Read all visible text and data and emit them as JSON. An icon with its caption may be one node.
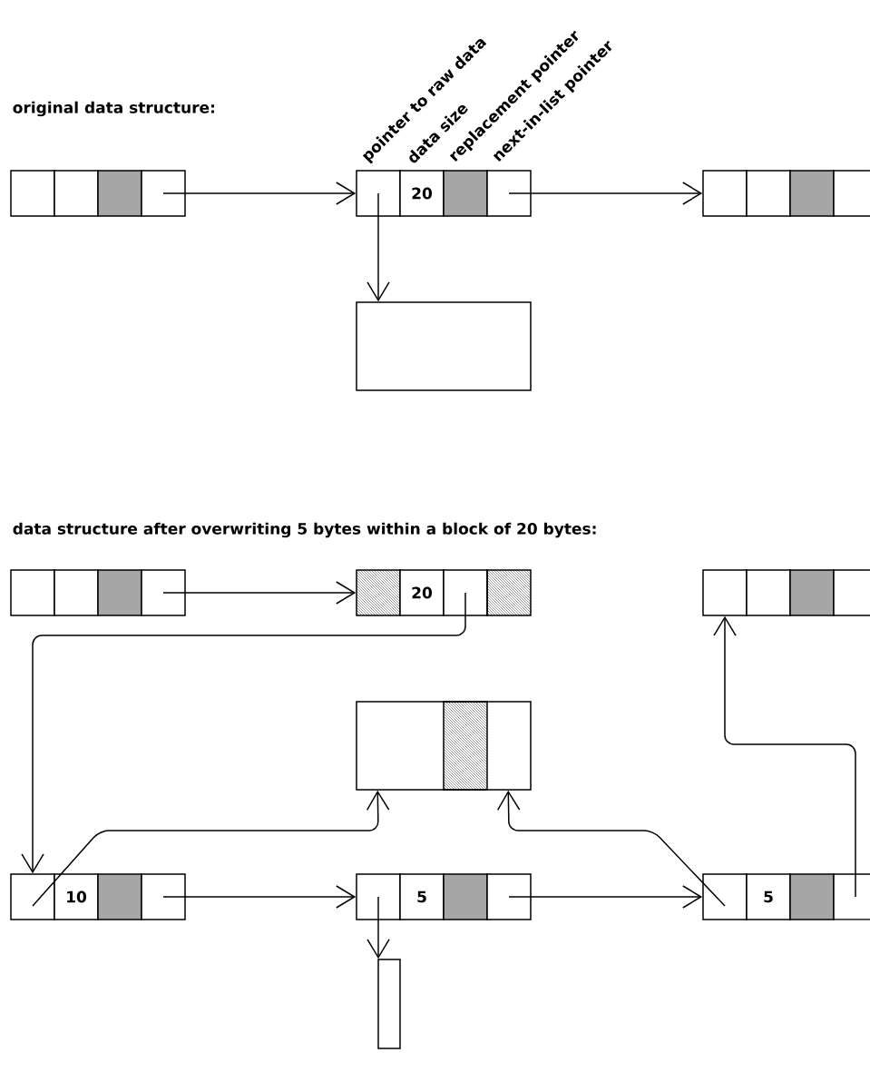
{
  "diagram": {
    "nodes": [
      {
        "text": [],
        "shape": "box"
      },
      {
        "text": [],
        "shape": "box"
      },
      {
        "text": [],
        "shape": "box"
      },
      {
        "text": [],
        "shape": "box"
      },
      {
        "text": [],
        "shape": "box"
      },
      {
        "text": [
          "20"
        ]
      },
      {
        "text": [],
        "shape": "box"
      },
      {
        "text": [],
        "shape": "box"
      },
      {
        "text": [],
        "shape": "box"
      },
      {
        "text": [],
        "shape": "box"
      },
      {
        "text": [],
        "shape": "box"
      },
      {
        "text": [],
        "shape": "box"
      },
      {
        "text": [],
        "shape": "box"
      },
      {
        "text": [],
        "shape": "box"
      },
      {
        "text": [],
        "shape": "box"
      },
      {
        "text": [],
        "shape": "box"
      },
      {
        "text": [],
        "shape": "box"
      },
      {
        "text": [],
        "shape": "box"
      },
      {
        "text": [
          "20"
        ]
      },
      {
        "text": [],
        "shape": "box"
      },
      {
        "text": [],
        "shape": "box"
      },
      {
        "text": [],
        "shape": "box"
      },
      {
        "text": [],
        "shape": "box"
      },
      {
        "text": [],
        "shape": "box"
      },
      {
        "text": [],
        "shape": "box"
      },
      {
        "text": [],
        "shape": "box"
      },
      {
        "text": [],
        "shape": "box"
      },
      {
        "text": [
          "10"
        ]
      },
      {
        "text": [],
        "shape": "box"
      },
      {
        "text": [],
        "shape": "box"
      },
      {
        "text": [],
        "shape": "box"
      },
      {
        "text": [
          "5"
        ]
      },
      {
        "text": [],
        "shape": "box"
      },
      {
        "text": [],
        "shape": "box"
      },
      {
        "text": [],
        "shape": "box"
      },
      {
        "text": [
          "5"
        ]
      },
      {
        "text": [],
        "shape": "box"
      },
      {
        "text": [],
        "shape": "box"
      },
      {
        "text": [],
        "shape": "box"
      }
    ],
    "edges": [
      {
        "from": 3,
        "to": 4,
        "arrow": "to"
      },
      {
        "from": 7,
        "to": 8,
        "arrow": "to"
      },
      {
        "from": 4,
        "to": 12,
        "arrow": "to"
      },
      {
        "from": 16,
        "to": 17,
        "arrow": "to"
      },
      {
        "from": 19,
        "to": 26,
        "arrow": "to"
      },
      {
        "from": 26,
        "to": 25,
        "arrow": "to"
      },
      {
        "from": 29,
        "to": 30,
        "arrow": "to"
      },
      {
        "from": 33,
        "to": 34,
        "arrow": "to"
      },
      {
        "from": 30,
        "to": 38,
        "arrow": "to"
      },
      {
        "from": 34,
        "to": 25,
        "arrow": "to"
      },
      {
        "from": 37,
        "to": 21,
        "arrow": "to"
      }
    ],
    "labels": [
      "pointer to raw data",
      "data size",
      "replacement pointer",
      "next-in-list pointer",
      "original data structure:",
      "data structure after overwriting 5 bytes within a block of 20 bytes:"
    ]
  }
}
